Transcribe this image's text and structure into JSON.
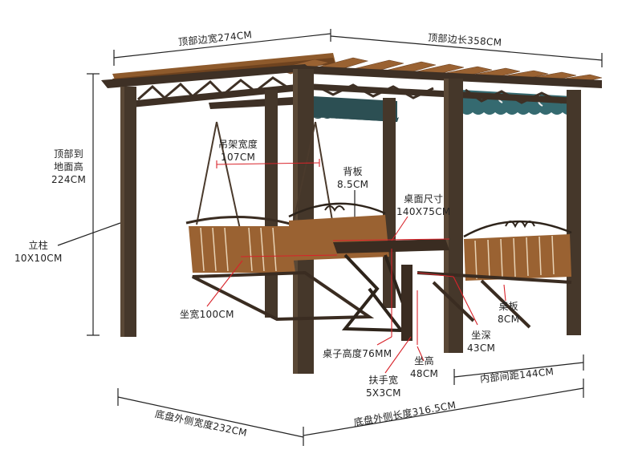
{
  "title": "Pergola swing set dimension diagram",
  "colors": {
    "frame": "#4a3a2c",
    "frame_dark": "#2e241b",
    "wood": "#9a5f2e",
    "wood_light": "#c0854a",
    "canopy": "#2f5e63",
    "dimension_line": "#222222",
    "callout_red": "#d8232a"
  },
  "labels": {
    "top_width": "顶部边宽274CM",
    "top_length": "顶部边长358CM",
    "height_line1": "顶部到",
    "height_line2": "地面高",
    "height_value": "224CM",
    "post_line1": "立柱",
    "post_value": "10X10CM",
    "hanger_line1": "吊架宽度",
    "hanger_value": "107CM",
    "backrest_line1": "背板",
    "backrest_value": "8.5CM",
    "tabletop_line1": "桌面尺寸",
    "tabletop_value": "140X75CM",
    "seat_width": "坐宽100CM",
    "table_height": "桌子高度76MM",
    "armrest_line1": "扶手宽",
    "armrest_value": "5X3CM",
    "seat_height_line1": "坐高",
    "seat_height_value": "48CM",
    "seat_depth_line1": "坐深",
    "seat_depth_value": "43CM",
    "table_board_line1": "桌板",
    "table_board_value": "8CM",
    "inner_spacing": "内部间距144CM",
    "base_width": "底盘外侧宽度232CM",
    "base_length": "底盘外侧长度316.5CM"
  }
}
